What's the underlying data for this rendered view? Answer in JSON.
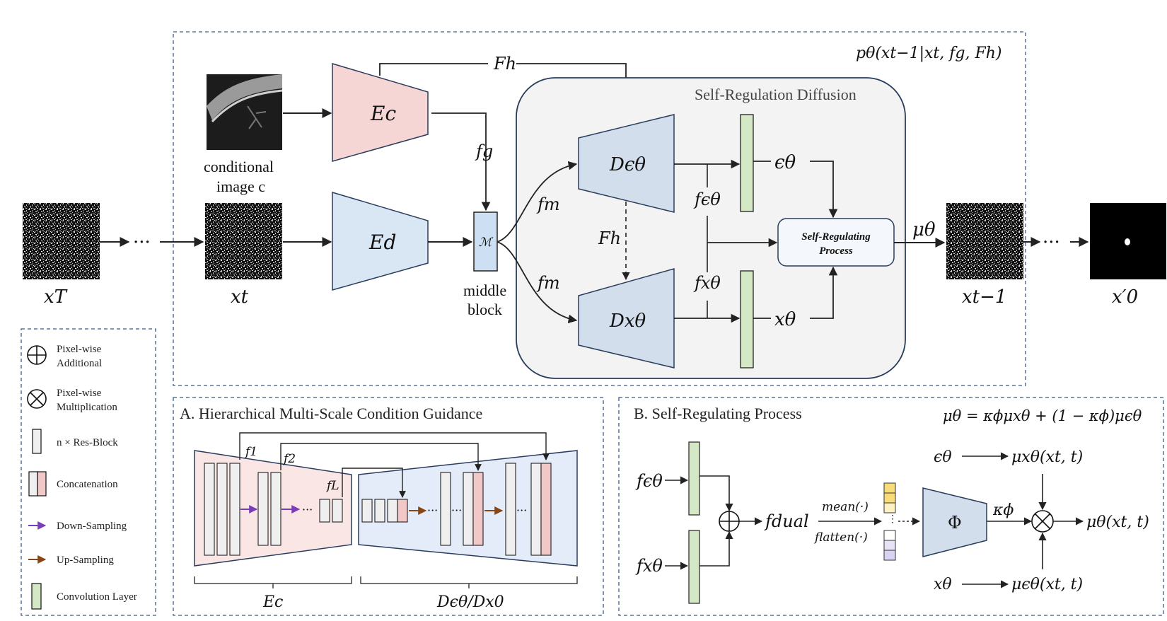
{
  "colors": {
    "encoder_c_fill": "#f6d5d5",
    "encoder_d_fill": "#d9e6f4",
    "decoder_fill": "#d2deec",
    "conv_fill": "#d4e8c6",
    "panel_border": "#3b5a85",
    "srd_fill": "#f3f3f3",
    "down_arrow": "#7a3fb8",
    "up_arrow": "#8b4513",
    "yellow_cell": "#f7dc77",
    "purple_cell": "#d9d2f2"
  },
  "icons": [
    "noise-image",
    "ct-slice-image",
    "binary-mask-image",
    "plus-circle-icon",
    "times-circle-icon"
  ],
  "main": {
    "formula": "pθ(xt−1|xt, fg, Fh)",
    "x_T": "xT",
    "x_t": "xt",
    "x_t_minus_1": "xt−1",
    "x0_prime": "x′0",
    "dots_left": "···",
    "dots_right": "···",
    "cond_label_1": "conditional",
    "cond_label_2": "image c",
    "E_c": "Ec",
    "E_d": "Ed",
    "F_h_top": "Fh",
    "f_g": "fg",
    "M": "ℳ",
    "middle_1": "middle",
    "middle_2": "block",
    "f_m_top": "fm",
    "f_m_bottom": "fm",
    "srd_title": "Self-Regulation Diffusion",
    "D_eps": "Dϵθ",
    "D_x": "Dxθ",
    "F_h_mid": "Fh",
    "f_eps": "fϵθ",
    "f_x": "fxθ",
    "eps_theta": "ϵθ",
    "x_theta": "xθ",
    "srp_1": "Self-Regulating",
    "srp_2": "Process",
    "mu_theta": "μθ"
  },
  "legend": {
    "items": [
      {
        "icon": "plus-circle-icon",
        "line1": "Pixel-wise",
        "line2": "Additional"
      },
      {
        "icon": "times-circle-icon",
        "line1": "Pixel-wise",
        "line2": "Multiplication"
      },
      {
        "icon": "res-block-icon",
        "line1": "n × Res-Block",
        "line2": ""
      },
      {
        "icon": "concat-icon",
        "line1": "Concatenation",
        "line2": ""
      },
      {
        "icon": "down-arrow-icon",
        "line1": "Down-Sampling",
        "line2": ""
      },
      {
        "icon": "up-arrow-icon",
        "line1": "Up-Sampling",
        "line2": ""
      },
      {
        "icon": "conv-icon",
        "line1": "Convolution Layer",
        "line2": ""
      }
    ]
  },
  "panelA": {
    "title": "A. Hierarchical Multi-Scale Condition Guidance",
    "f1": "f1",
    "f2": "f2",
    "fL": "fL",
    "dots1": "···",
    "dots2": "···",
    "dots3": "···",
    "dots4": "···",
    "enc_label": "Ec",
    "dec_label": "Dϵθ/Dx0"
  },
  "panelB": {
    "title": "B. Self-Regulating Process",
    "equation": "μθ = κϕμxθ + (1 − κϕ)μϵθ",
    "f_eps": "fϵθ",
    "f_x": "fxθ",
    "f_dual": "fdual",
    "mean": "mean(·)",
    "flatten": "flatten(·)",
    "phi": "Φ",
    "kappa": "κϕ",
    "eps_theta": "ϵθ",
    "mu_x": "μxθ(xt, t)",
    "x_theta": "xθ",
    "mu_eps": "μϵθ(xt, t)",
    "mu_out": "μθ(xt, t)"
  }
}
